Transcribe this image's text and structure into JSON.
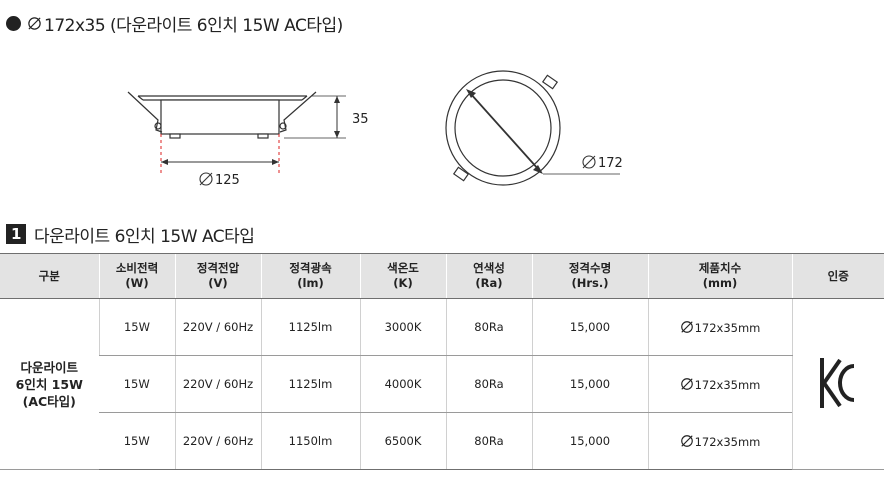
{
  "header": {
    "spec_text": "172x35 (다운라이트 6인치 15W AC타입)"
  },
  "drawing": {
    "height_label": "35",
    "cut_diameter_label": "125",
    "outer_diameter_label": "172"
  },
  "section": {
    "number": "1",
    "title": "다운라이트 6인치 15W AC타입"
  },
  "table": {
    "headers": [
      [
        "구분",
        ""
      ],
      [
        "소비전력",
        "(W)"
      ],
      [
        "정격전압",
        "(V)"
      ],
      [
        "정격광속",
        "(lm)"
      ],
      [
        "색온도",
        "(K)"
      ],
      [
        "연색성",
        "(Ra)"
      ],
      [
        "정격수명",
        "(Hrs.)"
      ],
      [
        "제품치수",
        "(mm)"
      ],
      [
        "인증",
        ""
      ]
    ],
    "category": [
      "다운라이트",
      "6인치 15W",
      "(AC타입)"
    ],
    "rows": [
      {
        "power": "15W",
        "voltage": "220V / 60Hz",
        "flux": "1125lm",
        "cct": "3000K",
        "cri": "80Ra",
        "life": "15,000",
        "size": "172x35mm"
      },
      {
        "power": "15W",
        "voltage": "220V / 60Hz",
        "flux": "1125lm",
        "cct": "4000K",
        "cri": "80Ra",
        "life": "15,000",
        "size": "172x35mm"
      },
      {
        "power": "15W",
        "voltage": "220V / 60Hz",
        "flux": "1150lm",
        "cct": "6500K",
        "cri": "80Ra",
        "life": "15,000",
        "size": "172x35mm"
      }
    ],
    "cert_icon": "kc-mark-icon"
  }
}
